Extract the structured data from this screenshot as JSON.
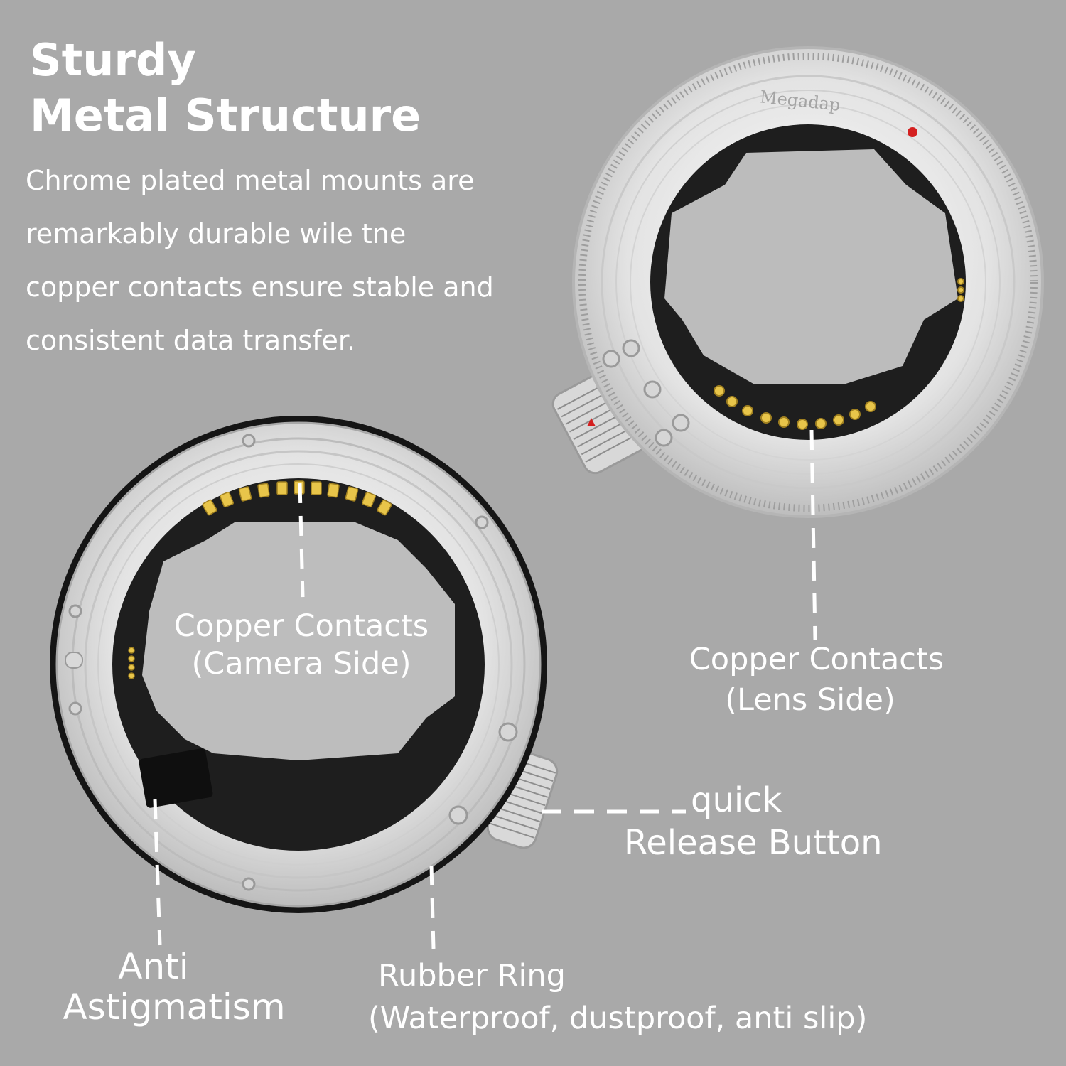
{
  "heading": {
    "line1": "Sturdy",
    "line2": "Metal Structure"
  },
  "description": [
    "Chrome plated metal mounts are",
    "remarkably durable wile tne",
    "copper contacts ensure stable and",
    "consistent data transfer."
  ],
  "brand_engraving": "Megadap",
  "callouts": {
    "camera_contacts": {
      "line1": "Copper Contacts",
      "line2": "(Camera Side)"
    },
    "lens_contacts": {
      "line1": "Copper Contacts",
      "line2": "(Lens Side)"
    },
    "release_button": {
      "line1": "quick",
      "line2": "Release Button"
    },
    "anti_astigmatism": {
      "line1": "Anti",
      "line2": "Astigmatism"
    },
    "rubber_ring": {
      "line1": "Rubber Ring",
      "line2": "(Waterproof, dustproof, anti slip)"
    }
  },
  "colors": {
    "background": "#a9a9a9",
    "text": "#ffffff",
    "metal": "#e6e6e6",
    "contacts_gold": "#e8c54a",
    "dot_red": "#d42020",
    "inner_black": "#1e1e1e"
  },
  "icons": [
    "lens-adapter-mount-icon",
    "camera-adapter-mount-icon",
    "dashed-leader-line"
  ]
}
